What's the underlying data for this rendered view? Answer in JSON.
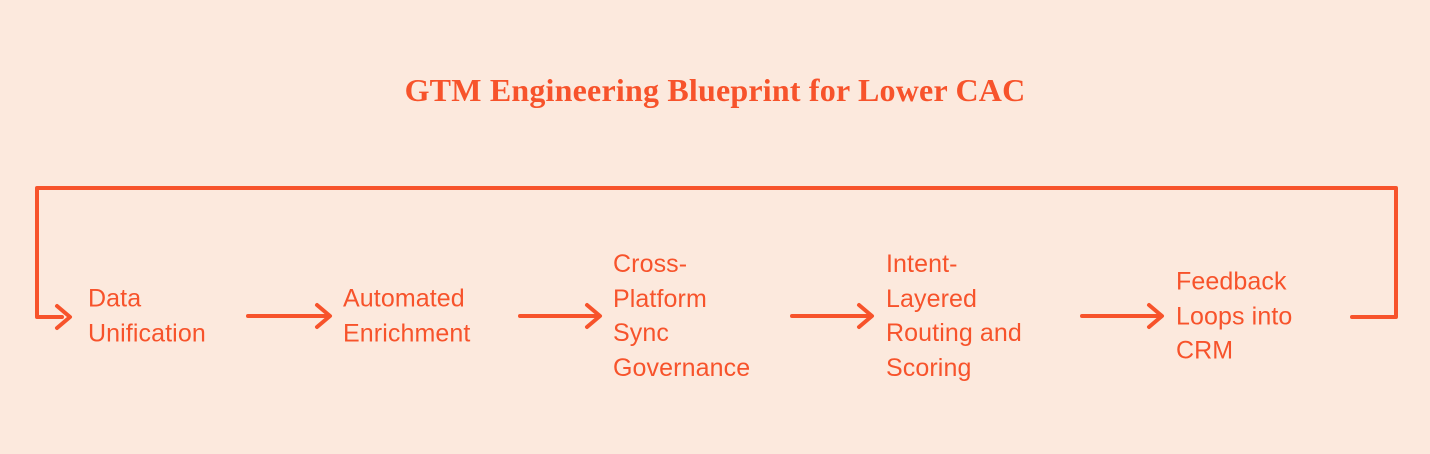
{
  "title": "GTM Engineering Blueprint for Lower CAC",
  "colors": {
    "accent": "#F7532B",
    "background": "#FCE9DD"
  },
  "flow": {
    "steps": [
      {
        "label": "Data Unification",
        "lines": [
          "Data",
          "Unification"
        ]
      },
      {
        "label": "Automated Enrichment",
        "lines": [
          "Automated",
          "Enrichment"
        ]
      },
      {
        "label": "Cross-Platform Sync Governance",
        "lines": [
          "Cross-",
          "Platform",
          "Sync",
          "Governance"
        ]
      },
      {
        "label": "Intent-Layered Routing and Scoring",
        "lines": [
          "Intent-",
          "Layered",
          "Routing and",
          "Scoring"
        ]
      },
      {
        "label": "Feedback Loops into CRM",
        "lines": [
          "Feedback",
          "Loops into",
          "CRM"
        ]
      }
    ]
  }
}
